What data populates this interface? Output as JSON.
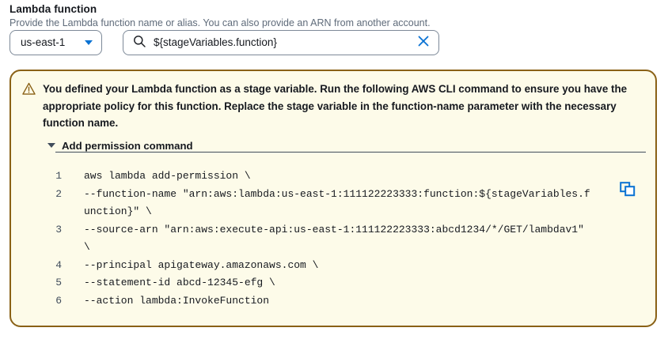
{
  "form": {
    "label": "Lambda function",
    "description": "Provide the Lambda function name or alias. You can also provide an ARN from another account.",
    "region_select": {
      "value": "us-east-1",
      "caret_icon": "chevron-down-icon"
    },
    "function_search": {
      "value": "${stageVariables.function}",
      "placeholder": "",
      "search_icon": "search-icon",
      "clear_icon": "close-icon"
    }
  },
  "alert": {
    "type": "warning",
    "icon": "warning-triangle-icon",
    "message": "You defined your Lambda function as a stage variable. Run the following AWS CLI command to ensure you have the appropriate policy for this function. Replace the stage variable in the function-name parameter with the necessary function name.",
    "expander": {
      "label": "Add permission command",
      "icon": "caret-down-icon",
      "expanded": true
    },
    "copy_button": {
      "icon": "copy-icon",
      "label": ""
    },
    "code": {
      "lines": [
        {
          "number": "1",
          "text": "aws lambda add-permission \\"
        },
        {
          "number": "2",
          "text": "--function-name \"arn:aws:lambda:us-east-1:111122223333:function:${stageVariables.function}\" \\"
        },
        {
          "number": "3",
          "text": "--source-arn \"arn:aws:execute-api:us-east-1:111122223333:abcd1234/*/GET/lambdav1\" \\"
        },
        {
          "number": "4",
          "text": "--principal apigateway.amazonaws.com \\"
        },
        {
          "number": "5",
          "text": "--statement-id abcd-12345-efg \\"
        },
        {
          "number": "6",
          "text": "--action lambda:InvokeFunction"
        }
      ]
    }
  },
  "colors": {
    "alert_border": "#8a6116",
    "alert_background": "#fdfbe9",
    "accent_blue": "#0972d3",
    "text_primary": "#16191f",
    "text_secondary": "#5f6b7a"
  }
}
